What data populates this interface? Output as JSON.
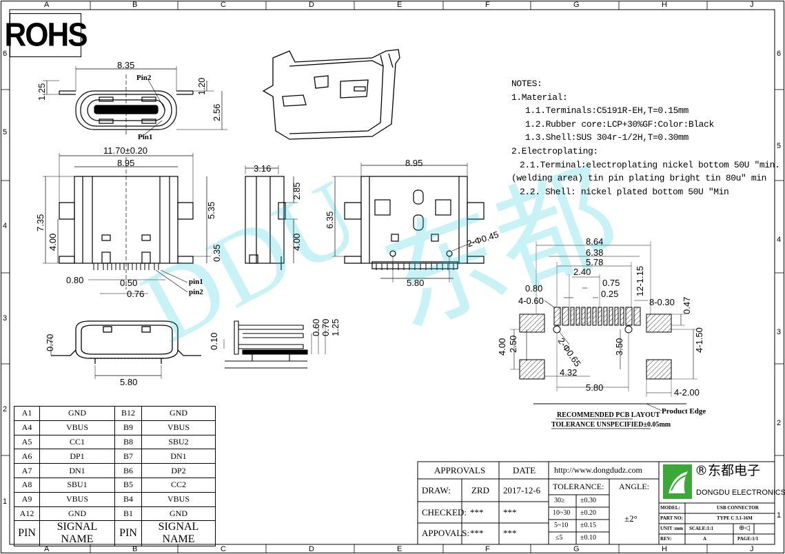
{
  "rohs_label": "ROHS",
  "zone_columns": [
    "A",
    "B",
    "C",
    "D",
    "E",
    "F",
    "G",
    "H",
    "J"
  ],
  "zone_rows": [
    "6",
    "5",
    "4",
    "3",
    "2",
    "1"
  ],
  "notes": {
    "heading": "NOTES:",
    "lines": [
      "1.Material:",
      "  1.1.Terminals:C5191R-EH,T=0.15mm",
      "  1.2.Rubber core:LCP+30%GF:Color:Black",
      "  1.3.Shell:SUS 304r-1/2H,T=0.30mm",
      "2.Electroplating:",
      " 2.1.Terminal:electroplating nickel bottom 50U \"min.",
      "(welding area) tin pin plating bright tin 80u\" min",
      " 2.2. Shell: nickel plated bottom 50U \"Min"
    ]
  },
  "dimensions": {
    "front_width": "8.35",
    "front_h1": "1.25",
    "front_h2": "1.20",
    "front_h3": "2.56",
    "pin2": "Pin2",
    "pin1": "Pin1",
    "top_overall": "11.70±0.20",
    "top_inner": "8.95",
    "top_h_total": "7.35",
    "top_h_400": "4.00",
    "top_h_535": "5.35",
    "top_h_035": "0.35",
    "top_080": "0.80",
    "top_050": "0.50",
    "top_076": "0.76",
    "top_pin1": "pin1",
    "top_pin2": "pin2",
    "side_316": "3.16",
    "side_285": "2.85",
    "side_400": "4.00",
    "bot_895": "8.95",
    "bot_635": "6.35",
    "bot_045": "2-Φ0.45",
    "bot_580": "5.80",
    "fr2_070": "0.70",
    "fr2_580": "5.80",
    "sec_010": "0.10",
    "sec_060": "0.60",
    "sec_070": "0.70",
    "sec_125": "1.25",
    "pcb_864": "8.64",
    "pcb_638": "6.38",
    "pcb_578": "5.78",
    "pcb_240": "2.40",
    "pcb_080": "0.80",
    "pcb_075": "0.75",
    "pcb_025": "0.25",
    "pcb_115": "12-1.15",
    "pcb_4060": "4-0.60",
    "pcb_8030": "8-0.30",
    "pcb_047": "0.47",
    "pcb_065": "2-Φ0.65",
    "pcb_400": "4.00",
    "pcb_250": "2.50",
    "pcb_350": "3.50",
    "pcb_4150": "4-1.50",
    "pcb_432": "4.32",
    "pcb_580": "5.80",
    "pcb_4200": "4-2.00",
    "pcb_title": "RECOMMENDED PCB LAYOUT",
    "pcb_tol": "TOLERANCE UNSPECIFIED±0.05mm",
    "product_edge": "Product Edge"
  },
  "watermark": {
    "latin": "DDU",
    "cjk": "东都"
  },
  "pin_table": {
    "rows": [
      [
        "A1",
        "GND",
        "B12",
        "GND"
      ],
      [
        "A4",
        "VBUS",
        "B9",
        "VBUS"
      ],
      [
        "A5",
        "CC1",
        "B8",
        "SBU2"
      ],
      [
        "A6",
        "DP1",
        "B7",
        "DN1"
      ],
      [
        "A7",
        "DN1",
        "B6",
        "DP2"
      ],
      [
        "A8",
        "SBU1",
        "B5",
        "CC2"
      ],
      [
        "A9",
        "VBUS",
        "B4",
        "VBUS"
      ],
      [
        "A12",
        "GND",
        "B1",
        "GND"
      ]
    ],
    "header": [
      "PIN",
      "SIGNAL NAME",
      "PIN",
      "SIGNAL NAME"
    ]
  },
  "title_block": {
    "approvals": "APPROVALS",
    "date": "DATE",
    "draw": "DRAW:",
    "draw_name": "ZRD",
    "draw_date": "2017-12-6",
    "checked": "CHECKED:",
    "checked_name": "***",
    "checked_date": "***",
    "appvals": "APPOVALS:",
    "appvals_name": "***",
    "appvals_date": "***",
    "url": "http://www.dongdudz.com",
    "tolerance": "TOLERANCE:",
    "angle": "ANGLE:",
    "angle_value": "±2°",
    "tol_rows": [
      [
        "30≥",
        "±0.30"
      ],
      [
        "10~30",
        "±0.20"
      ],
      [
        "5~10",
        "±0.15"
      ],
      [
        "≤5",
        "±0.10"
      ]
    ],
    "brand_cn": "®东都电子",
    "brand_en": "DONGDU ELECTRONICS",
    "model_label": "MODEL:",
    "model_value": "USB CONNECTOR",
    "partno_label": "PART NO:",
    "partno_value": "TYPE C 3.1-16M",
    "unit_label": "UNIT :mm",
    "scale_label": "SCALE:1:1",
    "rev_label": "REV:",
    "rev_value": "A",
    "page_label": "PAGE:1/1"
  }
}
